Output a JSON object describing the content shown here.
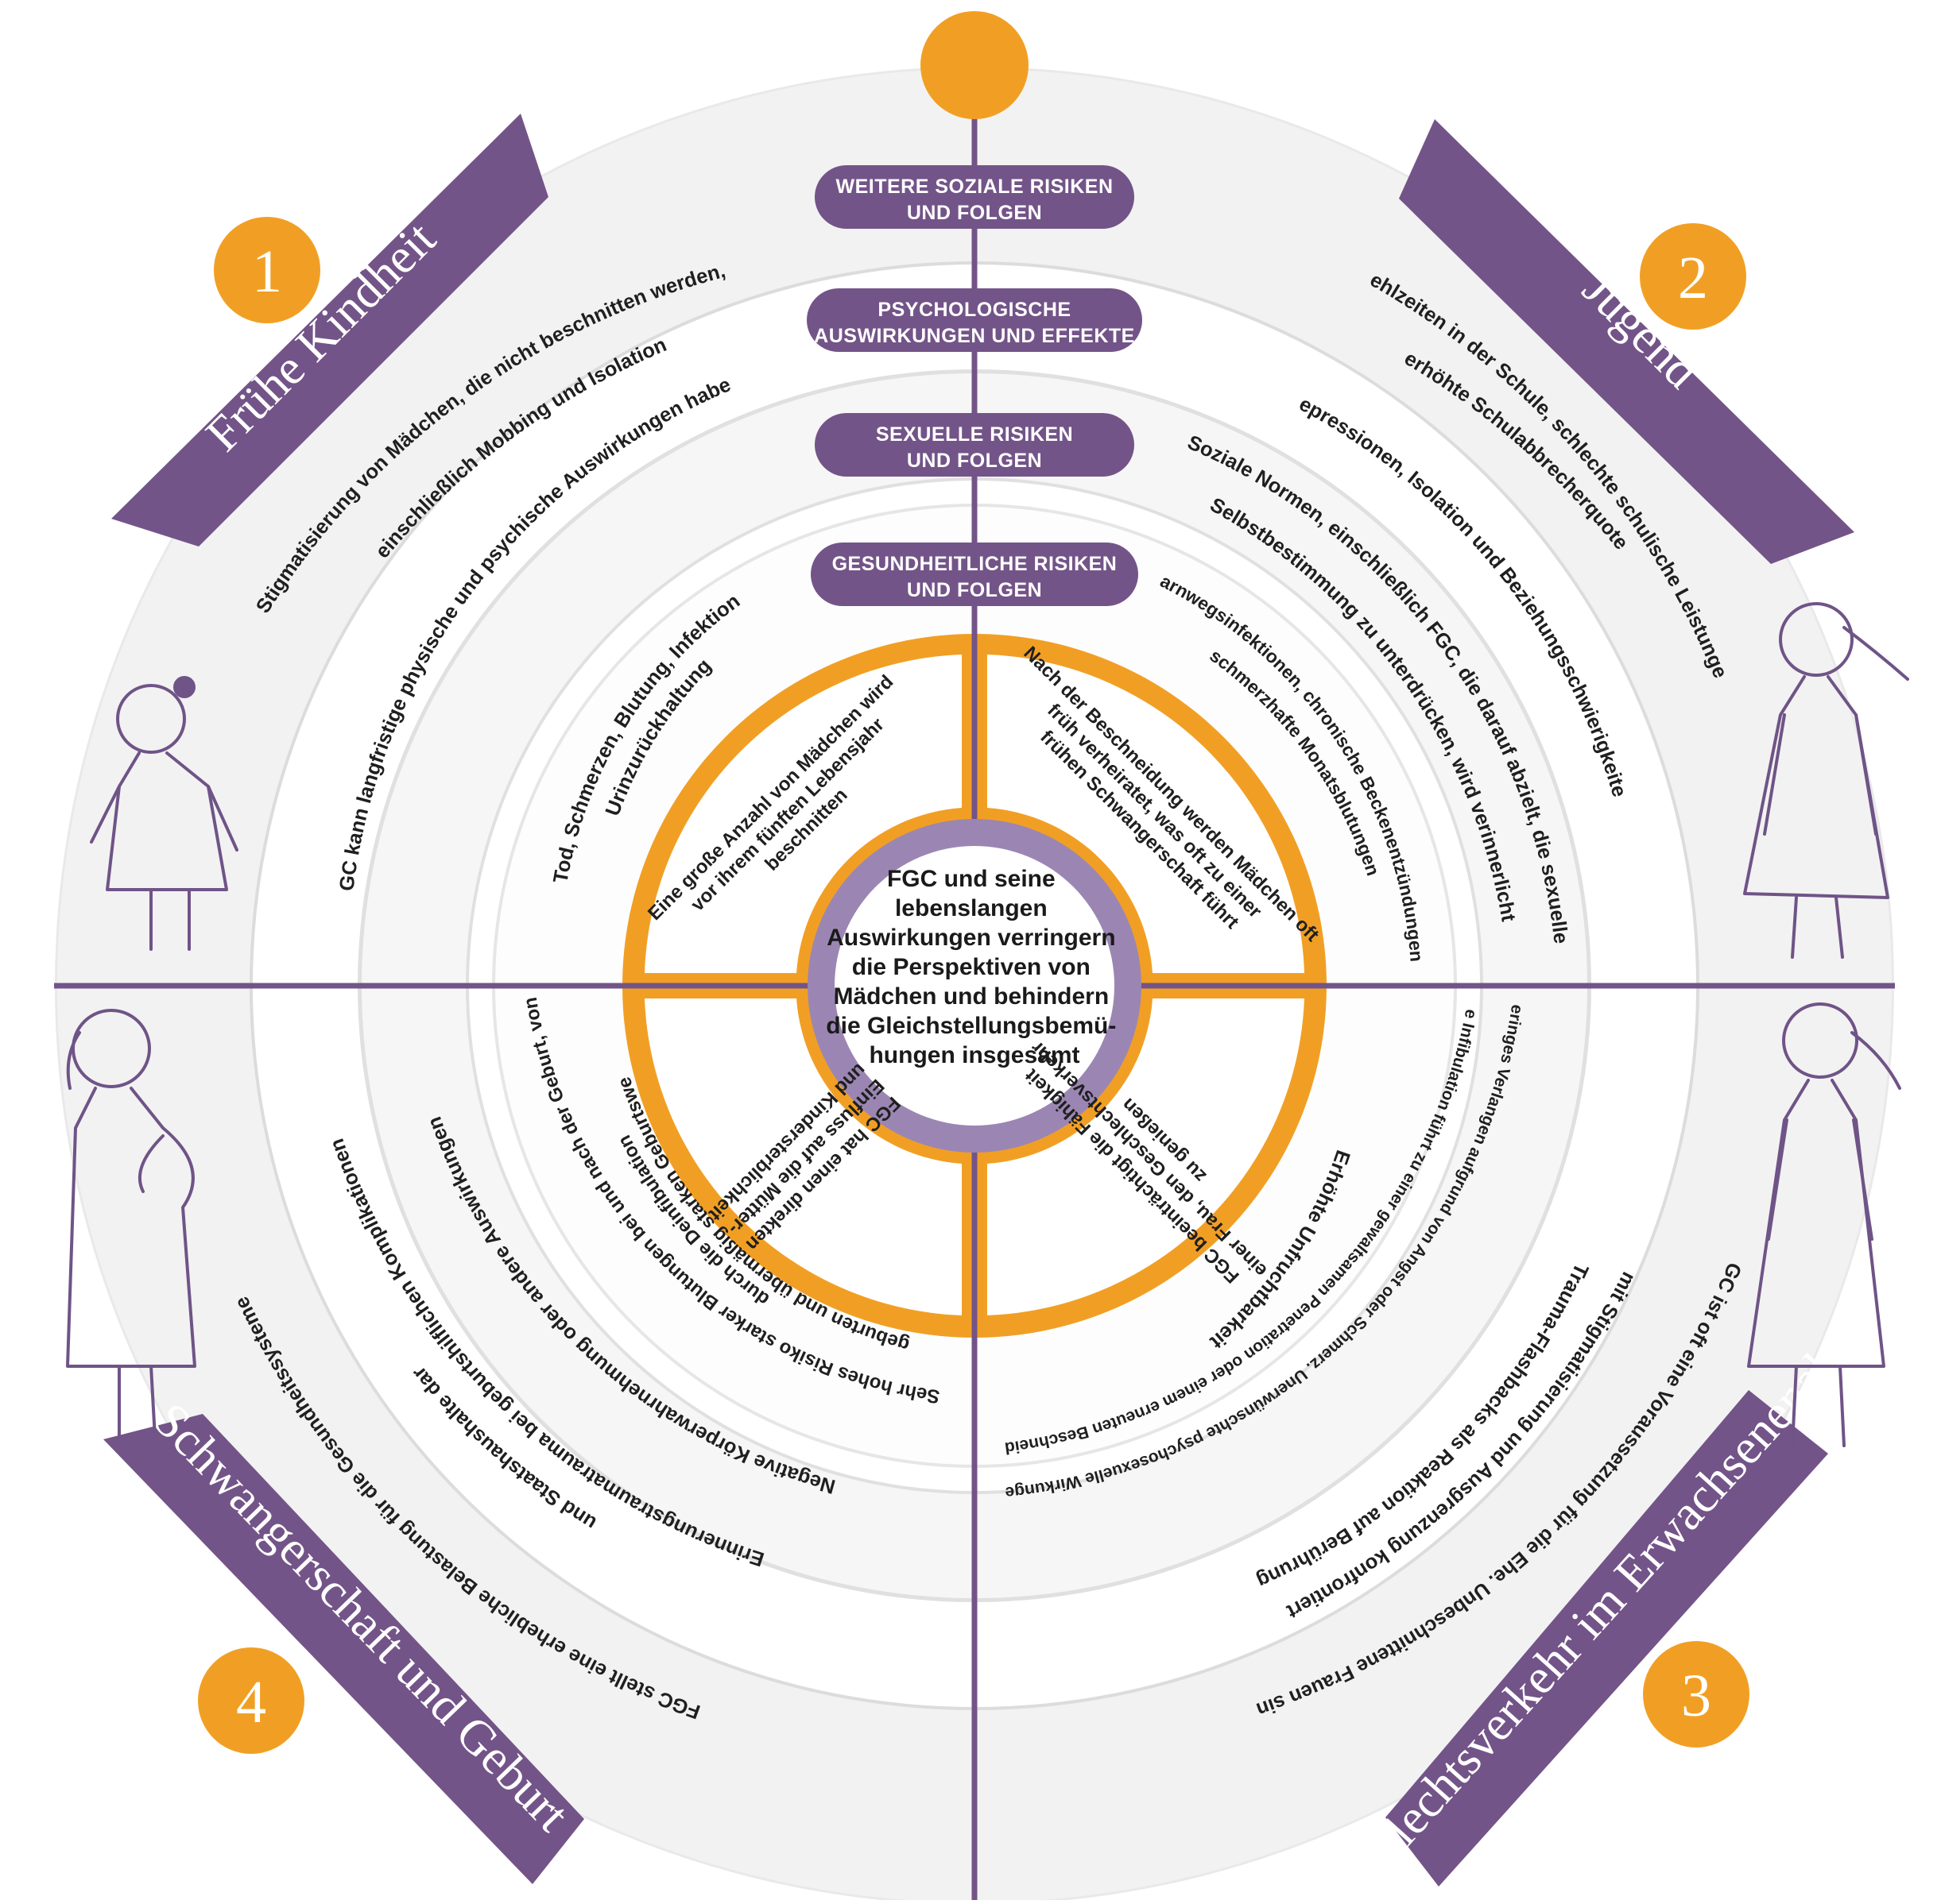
{
  "colors": {
    "purple": "#735488",
    "orange": "#f19f24",
    "lavender": "#9b86b3",
    "ring_light": "#f2f2f2",
    "ring_mid": "#e3e3e3",
    "text": "#1f1f1f"
  },
  "center": {
    "lines": [
      "FGC und seine",
      "lebenslangen",
      "Auswirkungen verringern",
      "die Perspektiven von",
      "Mädchen und behindern",
      "die Gleichstellungsbemü-",
      "hungen insgesamt"
    ]
  },
  "categories": [
    {
      "lines": [
        "WEITERE SOZIALE RISIKEN",
        "UND FOLGEN"
      ]
    },
    {
      "lines": [
        "PSYCHOLOGISCHE",
        "AUSWIRKUNGEN UND EFFEKTE"
      ]
    },
    {
      "lines": [
        "SEXUELLE RISIKEN",
        "UND FOLGEN"
      ]
    },
    {
      "lines": [
        "GESUNDHEITLICHE RISIKEN",
        "UND FOLGEN"
      ]
    }
  ],
  "stages": [
    {
      "number": "1",
      "label": "Frühe Kindheit"
    },
    {
      "number": "2",
      "label": "Jugend"
    },
    {
      "number": "3",
      "label": "Geschlechtsverkehr im Erwachsenenalter"
    },
    {
      "number": "4",
      "label": "Schwangerschaft und Geburt"
    }
  ],
  "inner_quadrants": {
    "q1": [
      "Eine große Anzahl von Mädchen wird",
      "vor ihrem fünften Lebensjahr",
      "beschnitten"
    ],
    "q2": [
      "Nach der Beschneidung werden Mädchen oft",
      "früh verheiratet, was oft zu einer",
      "frühen Schwangerschaft führt"
    ],
    "q3": [
      "FGC beeinträchtigt die Fähigkeit",
      "einer Frau, den Geschlechtsverkehr",
      "zu genießen"
    ],
    "q4": [
      "FGC hat einen direkten",
      "Einfluss auf die Mütter-",
      "und Kindersterblichkeit"
    ]
  },
  "ring_texts": {
    "q1": [
      "Stigmatisierung von Mädchen, die nicht beschnitten werden,",
      "einschließlich Mobbing und Isolation",
      "FGC kann langfristige physische und psychische Auswirkungen haben",
      "Tod, Schmerzen, Blutung, Infektion,",
      "Urinzurückhaltung"
    ],
    "q2": [
      "Fehlzeiten in der Schule, schlechte schulische Leistungen,",
      "erhöhte Schulabbrecherquote",
      "Depressionen, Isolation und Beziehungsschwierigkeiten",
      "Soziale Normen, einschließlich FGC, die darauf abzielt, die sexuelle",
      "Selbstbestimmung zu unterdrücken, wird verinnerlicht",
      "Harnwegsinfektionen, chronische Beckenentzündungen,",
      "schmerzhafte Monatsblutungen"
    ],
    "q3": [
      "FGC ist oft eine Voraussetzung für die Ehe. Unbeschnittene Frauen sind",
      "mit Stigmatisierung und Ausgrenzung konfrontiert",
      "Trauma-Flashbacks als Reaktion auf Berührung",
      "Geringes Verlangen aufgrund von Angst oder Schmerz. Unerwünschte psychosexuelle Wirkungen.",
      "Die Infibulation führt zu einer gewaltsamen Penetration oder einem erneuten Beschneiden",
      "Erhöhte Unfruchtbarkeit"
    ],
    "q4": [
      "FGC stellt eine erhebliche Belastung für die Gesundheitssysteme",
      "und Staatshaushalte dar",
      "Erinnerungstraumatrauma bei geburtshilflichen Komplikationen",
      "Negative Körperwahrnehmung oder andere Auswirkungen",
      "Sehr hohes Risiko starker Blutungen bei und nach der Geburt, von",
      "durch die Deinfibulation",
      "Totgeburten und übermäßig starken Geburtswehen"
    ]
  }
}
